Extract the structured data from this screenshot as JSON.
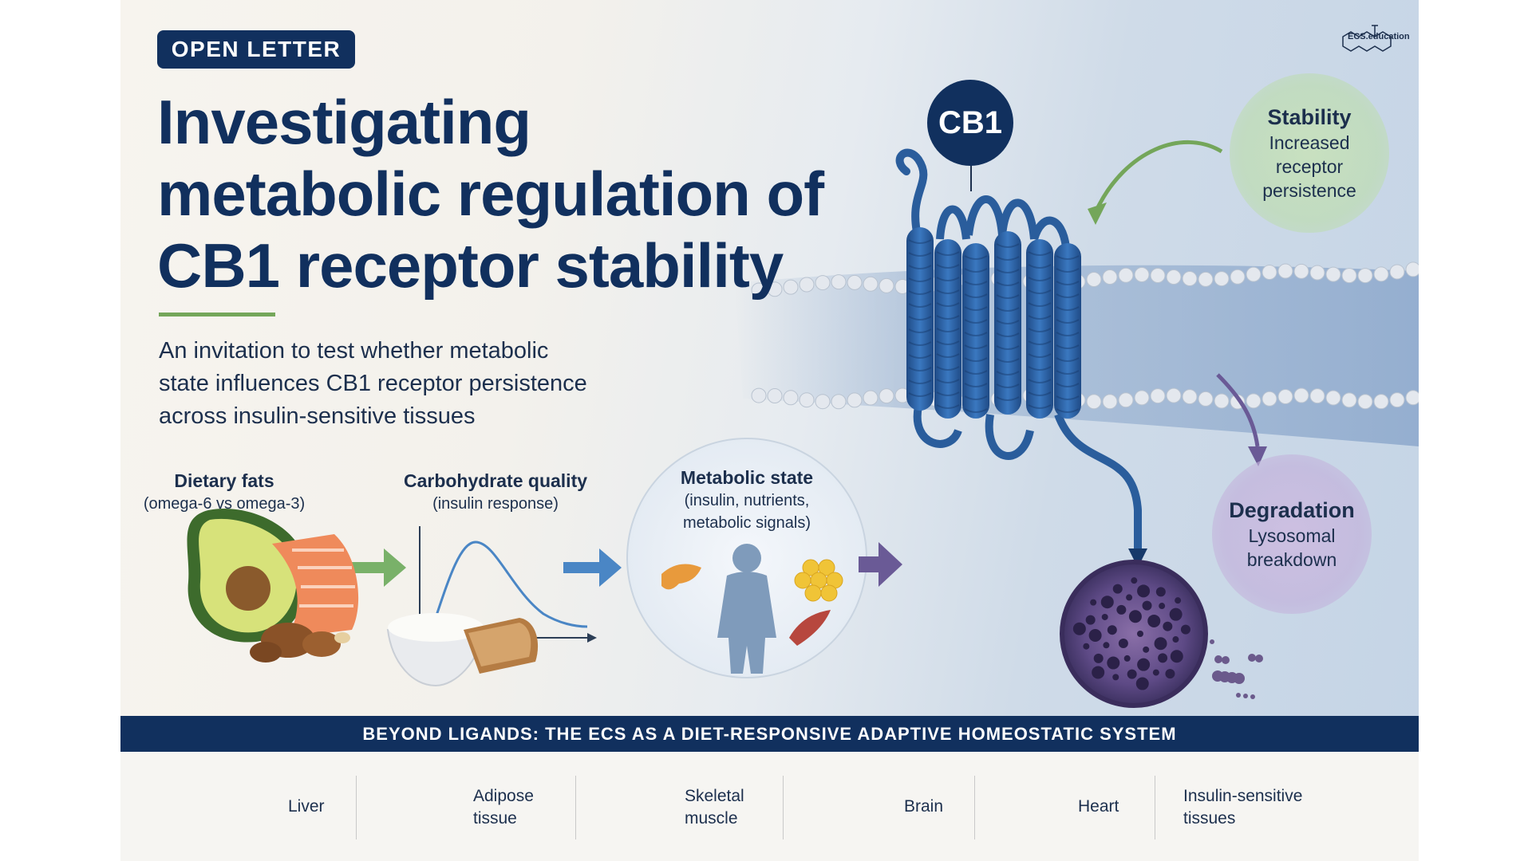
{
  "badge": "OPEN LETTER",
  "logo_text": "ECS.education",
  "title_lines": [
    "Investigating",
    "metabolic regulation of",
    "CB1 receptor stability"
  ],
  "subtitle_lines": [
    "An invitation to test whether metabolic",
    "state influences CB1 receptor persistence",
    "across insulin-sensitive tissues"
  ],
  "steps": [
    {
      "title": "Dietary fats",
      "subtitle": "(omega-6 vs omega-3)",
      "icon": "avocado-salmon-nuts-icon"
    },
    {
      "title": "Carbohydrate quality",
      "subtitle": "(insulin response)",
      "icon": "rice-bread-glucose-curve-icon"
    },
    {
      "title": "Metabolic state",
      "subtitle_lines": [
        "(insulin, nutrients,",
        "metabolic signals)"
      ],
      "icon": "human-body-organs-icon"
    }
  ],
  "receptor_label": "CB1",
  "stability": {
    "title": "Stability",
    "lines": [
      "Increased",
      "receptor",
      "persistence"
    ]
  },
  "degradation": {
    "title": "Degradation",
    "lines": [
      "Lysosomal",
      "breakdown"
    ]
  },
  "banner": "BEYOND LIGANDS:  THE ECS AS A DIET-RESPONSIVE ADAPTIVE HOMEOSTATIC SYSTEM",
  "tissues": [
    {
      "lines": [
        "Liver"
      ],
      "icon": "liver-icon"
    },
    {
      "lines": [
        "Adipose",
        "tissue"
      ],
      "icon": "adipose-icon"
    },
    {
      "lines": [
        "Skeletal",
        "muscle"
      ],
      "icon": "muscle-icon"
    },
    {
      "lines": [
        "Brain"
      ],
      "icon": "brain-icon"
    },
    {
      "lines": [
        "Heart"
      ],
      "icon": "heart-icon"
    },
    {
      "lines": [
        "Insulin-sensitive",
        "tissues"
      ],
      "icon": ""
    }
  ],
  "colors": {
    "navy": "#11305e",
    "green": "#74a65a",
    "blue_arrow": "#4a86c5",
    "purple_arrow": "#6a5a96",
    "receptor_blue": "#2a5d9c"
  }
}
